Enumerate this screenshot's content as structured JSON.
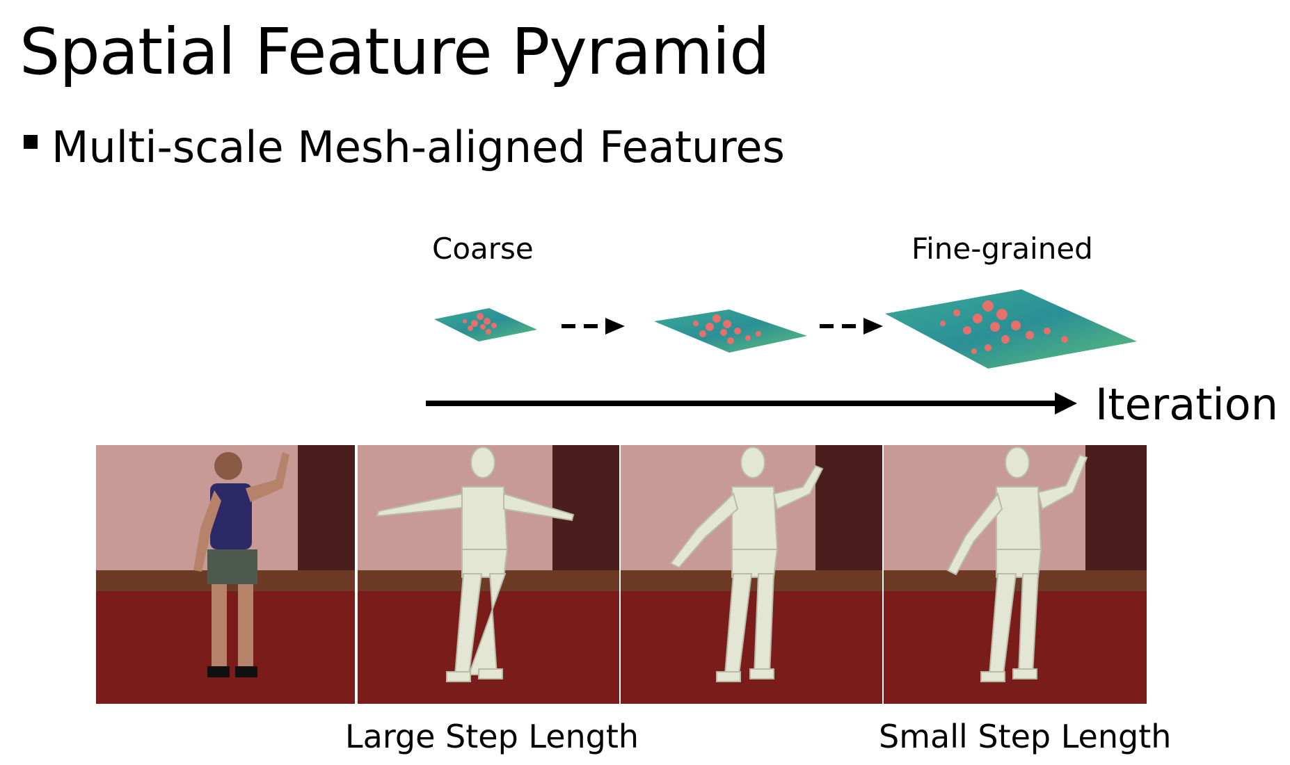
{
  "title": "Spatial Feature Pyramid",
  "bullet": "Multi-scale Mesh-aligned Features",
  "pyramid": {
    "coarse_label": "Coarse",
    "fine_label": "Fine-grained",
    "iteration_label": "Iteration",
    "feature_maps": [
      "feature-map-coarse",
      "feature-map-medium",
      "feature-map-fine"
    ]
  },
  "photos": {
    "panels": [
      "input-photo",
      "mesh-overlay-iteration-1",
      "mesh-overlay-iteration-2",
      "mesh-overlay-iteration-3"
    ]
  },
  "step_labels": {
    "large": "Large Step Length",
    "small": "Small Step Length"
  },
  "colors": {
    "feature_map_base": "#2f9c8e",
    "feature_map_highlight": "#e8706a",
    "mesh_color": "#e4e6d4",
    "floor_color": "#7a1d1a",
    "wall_color": "#c89a96"
  }
}
